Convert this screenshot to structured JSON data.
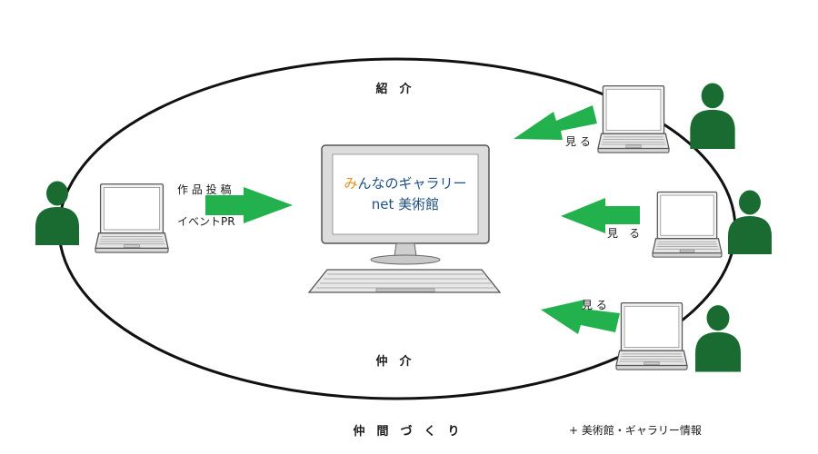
{
  "labels": {
    "introduction": "紹　介",
    "mediation": "仲　介",
    "fellowship": "仲　間　づ　く　り",
    "museum_info": "+ 美術館・ギャラリー情報",
    "submit_works": "作 品 投 稿",
    "event_pr": "イベントPR",
    "view_1": "見 る",
    "view_2": "見　る",
    "view_3": "見 る"
  },
  "monitor": {
    "title_accent": "み",
    "title_rest": "んなのギャラリー",
    "subtitle": "net 美術館"
  },
  "colors": {
    "person": "#1a6b32",
    "arrow": "#23b14d",
    "title_accent": "#e8901a",
    "title_text": "#1f4f86"
  }
}
